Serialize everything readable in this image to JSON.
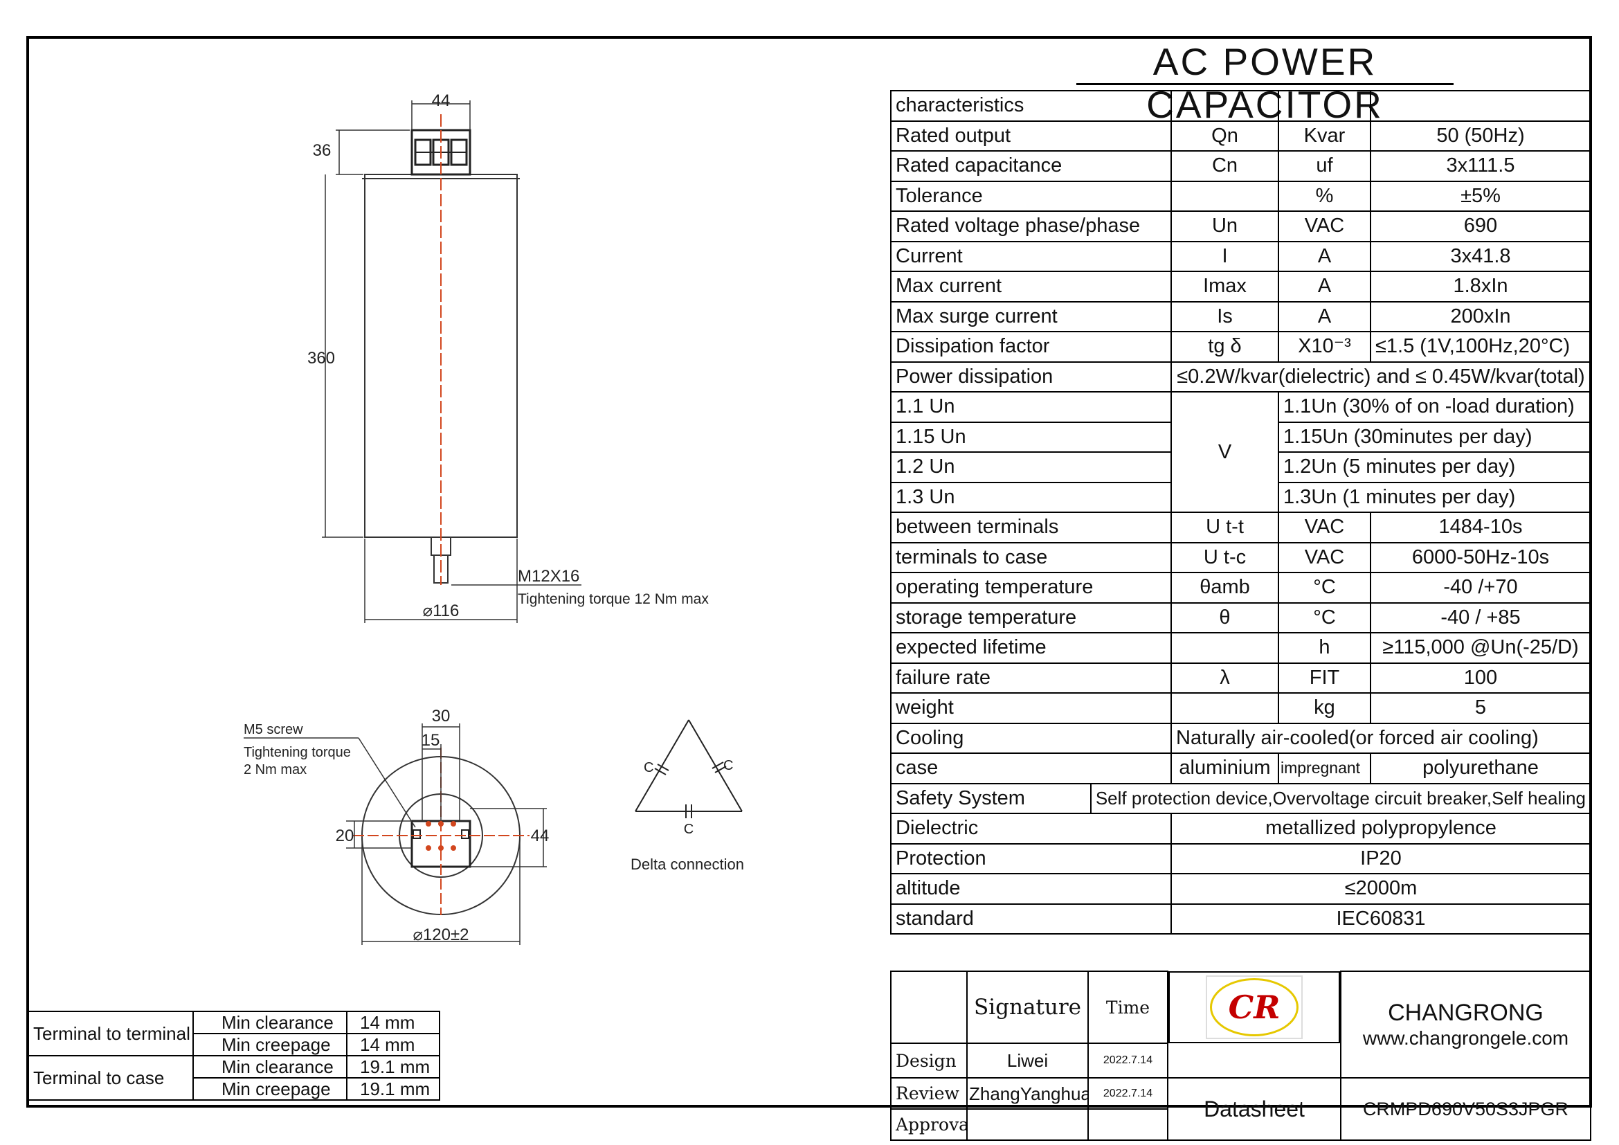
{
  "title": "AC POWER CAPACITOR",
  "drawing": {
    "dim_top_width": "44",
    "dim_terminal_height": "36",
    "dim_body_height": "360",
    "thread": "M12X16",
    "thread_torque": "Tightening torque 12 Nm max",
    "dim_body_diameter": "⌀116",
    "m5_screw": "M5 screw",
    "m5_torque_1": "Tightening torque",
    "m5_torque_2": "2 Nm max",
    "dim_30": "30",
    "dim_15": "15",
    "dim_20": "20",
    "dim_44_side": "44",
    "dim_outer_diameter": "⌀120±2",
    "delta_c1": "C",
    "delta_c2": "C",
    "delta_c3": "C",
    "delta_caption": "Delta connection"
  },
  "spec": {
    "header": "characteristics",
    "rows": [
      {
        "label": "Rated output",
        "sym": "Qn",
        "unit": "Kvar",
        "value": "50 (50Hz)"
      },
      {
        "label": "Rated capacitance",
        "sym": "Cn",
        "unit": "uf",
        "value": "3x111.5"
      },
      {
        "label": "Tolerance",
        "sym": "",
        "unit": "%",
        "value": "±5%"
      },
      {
        "label": "Rated voltage phase/phase",
        "sym": "Un",
        "unit": "VAC",
        "value": "690"
      },
      {
        "label": "Current",
        "sym": "I",
        "unit": "A",
        "value": "3x41.8"
      },
      {
        "label": "Max current",
        "sym": "Imax",
        "unit": "A",
        "value": "1.8xIn"
      },
      {
        "label": "Max surge current",
        "sym": "Is",
        "unit": "A",
        "value": "200xIn"
      },
      {
        "label": "Dissipation   factor",
        "sym": "tg δ",
        "unit": "X10⁻³",
        "value": "≤1.5  (1V,100Hz,20°C)"
      }
    ],
    "power_dissipation_label": "Power dissipation",
    "power_dissipation_value": "≤0.2W/kvar(dielectric) and ≤ 0.45W/kvar(total)",
    "overvoltage": {
      "unit": "V",
      "rows": [
        {
          "label": "1.1   Un",
          "value": "1.1Un  (30% of on -load duration)"
        },
        {
          "label": "1.15  Un",
          "value": "1.15Un (30minutes per day)"
        },
        {
          "label": "1.2   Un",
          "value": "1.2Un   (5 minutes per day)"
        },
        {
          "label": "1.3   Un",
          "value": "1.3Un   (1 minutes per day)"
        }
      ]
    },
    "rows2": [
      {
        "label": "between terminals",
        "sym": "U t-t",
        "unit": "VAC",
        "value": "1484-10s"
      },
      {
        "label": "terminals to case",
        "sym": "U t-c",
        "unit": "VAC",
        "value": "6000-50Hz-10s"
      },
      {
        "label": "operating temperature",
        "sym": "θamb",
        "unit": "°C",
        "value": "-40  /+70"
      },
      {
        "label": "storage temperature",
        "sym": "θ",
        "unit": "°C",
        "value": "-40  /  +85"
      },
      {
        "label": "expected lifetime",
        "sym": "",
        "unit": "h",
        "value": "≥115,000 @Un(-25/D)"
      },
      {
        "label": "failure rate",
        "sym": "λ",
        "unit": "FIT",
        "value": "100"
      },
      {
        "label": "weight",
        "sym": "",
        "unit": "kg",
        "value": "5"
      }
    ],
    "cooling_label": "Cooling",
    "cooling_value": "Naturally air-cooled(or forced air cooling)",
    "case_label": "case",
    "case_material": "aluminium",
    "case_impregnant": "impregnant",
    "case_impregnant_value": "polyurethane",
    "safety_label": "Safety System",
    "safety_value": "Self protection device,Overvoltage circuit breaker,Self healing",
    "dielectric_label": "Dielectric",
    "dielectric_value": "metallized polypropylence",
    "protection_label": "Protection",
    "protection_value": "IP20",
    "altitude_label": "altitude",
    "altitude_value": "≤2000m",
    "standard_label": "standard",
    "standard_value": "IEC60831"
  },
  "signature": {
    "signature_header": "Signature",
    "time_header": "Time",
    "design_label": "Design",
    "design_name": "Liwei",
    "design_time": "2022.7.14",
    "review_label": "Review",
    "review_name": "ZhangYanghua",
    "review_time": "2022.7.14",
    "approval_label": "Approval",
    "logo_text": "CR",
    "company": "CHANGRONG",
    "website": "www.changrongele.com",
    "doc_type": "Datasheet",
    "part_number": "CRMPD690V50S3JPGR"
  },
  "clearance": {
    "rows": [
      {
        "group": "Terminal to terminal",
        "item": "Min clearance",
        "value": "14 mm"
      },
      {
        "group": "",
        "item": "Min creepage",
        "value": "14 mm"
      },
      {
        "group": "Terminal to case",
        "item": "Min clearance",
        "value": "19.1 mm"
      },
      {
        "group": "",
        "item": "Min creepage",
        "value": "19.1 mm"
      }
    ]
  }
}
